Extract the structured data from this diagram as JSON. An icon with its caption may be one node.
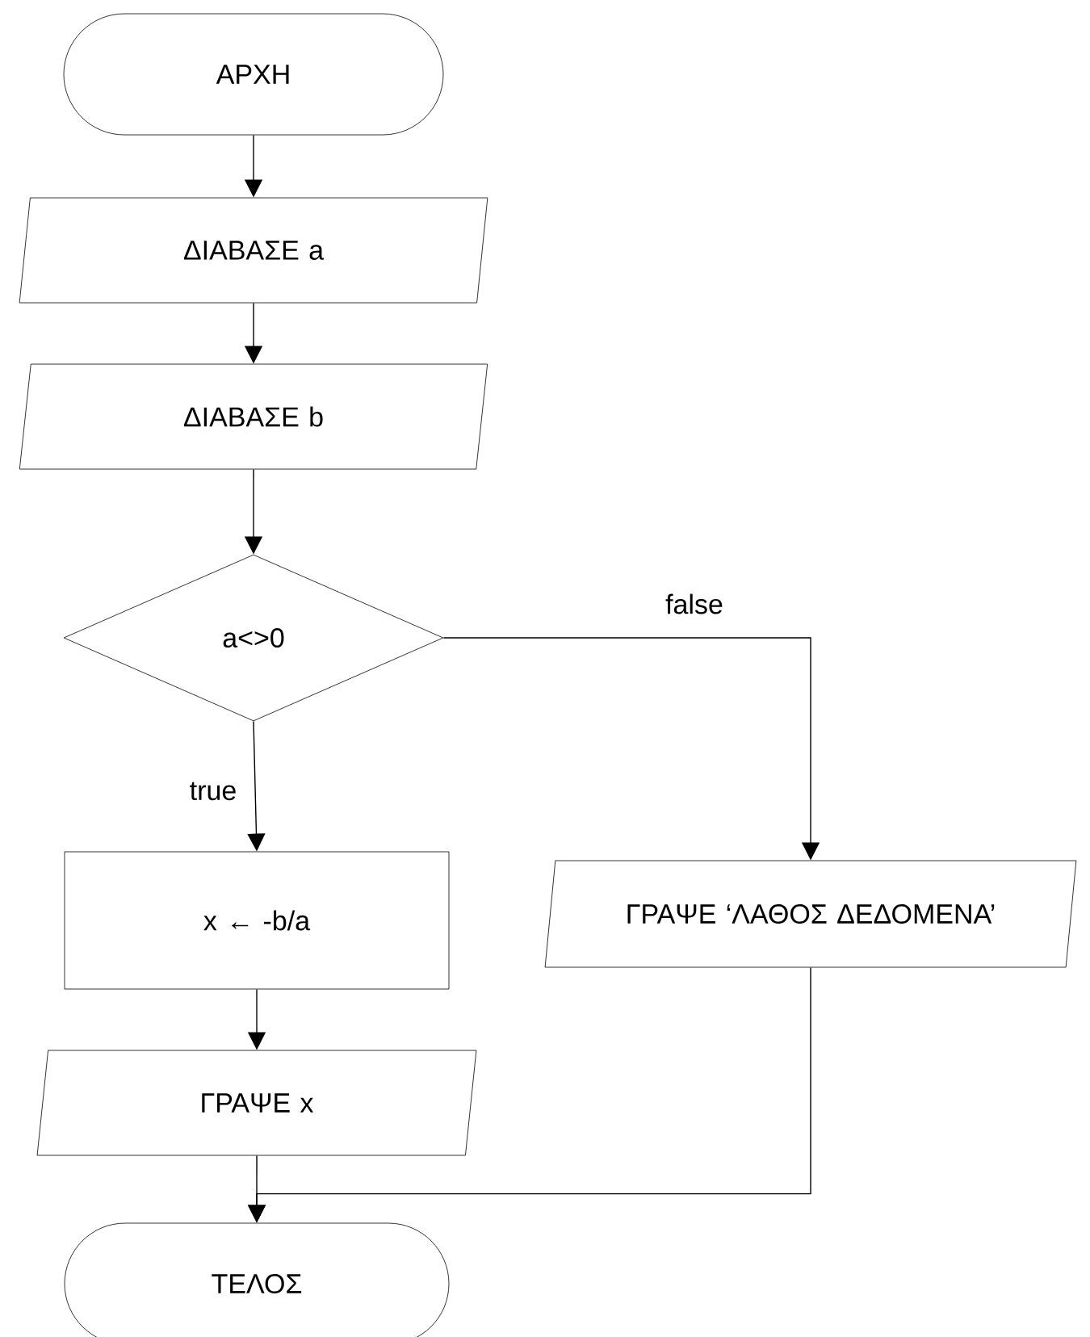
{
  "diagram": {
    "nodes": [
      {
        "text": [
          "ΑΡΧΗ"
        ]
      },
      {
        "text": [
          "ΔΙΑΒΑΣΕ a"
        ]
      },
      {
        "text": [
          "ΔΙΑΒΑΣΕ b"
        ]
      },
      {
        "text": [
          "a<>0"
        ]
      },
      {
        "text": [
          "x ← -b/a"
        ]
      },
      {
        "text": [
          "ΓΡΑΨΕ x"
        ]
      },
      {
        "text": [
          "ΓΡΑΨΕ ‘ΛΑΘΟΣ ΔΕΔΟΜΕΝΑ’"
        ]
      },
      {
        "text": [
          "ΤΕΛΟΣ"
        ]
      }
    ],
    "edges": [
      {
        "from": 0,
        "to": 1,
        "arrow": "to"
      },
      {
        "from": 1,
        "to": 2,
        "arrow": "to"
      },
      {
        "from": 2,
        "to": 3,
        "arrow": "to"
      },
      {
        "from": 3,
        "to": 4,
        "arrow": "to",
        "label": "true"
      },
      {
        "from": 3,
        "to": 6,
        "arrow": "to",
        "label": "false"
      },
      {
        "from": 4,
        "to": 5,
        "arrow": "to"
      },
      {
        "from": 5,
        "to": 7,
        "arrow": "to"
      },
      {
        "from": 6,
        "to": 7,
        "arrow": "to"
      }
    ]
  }
}
